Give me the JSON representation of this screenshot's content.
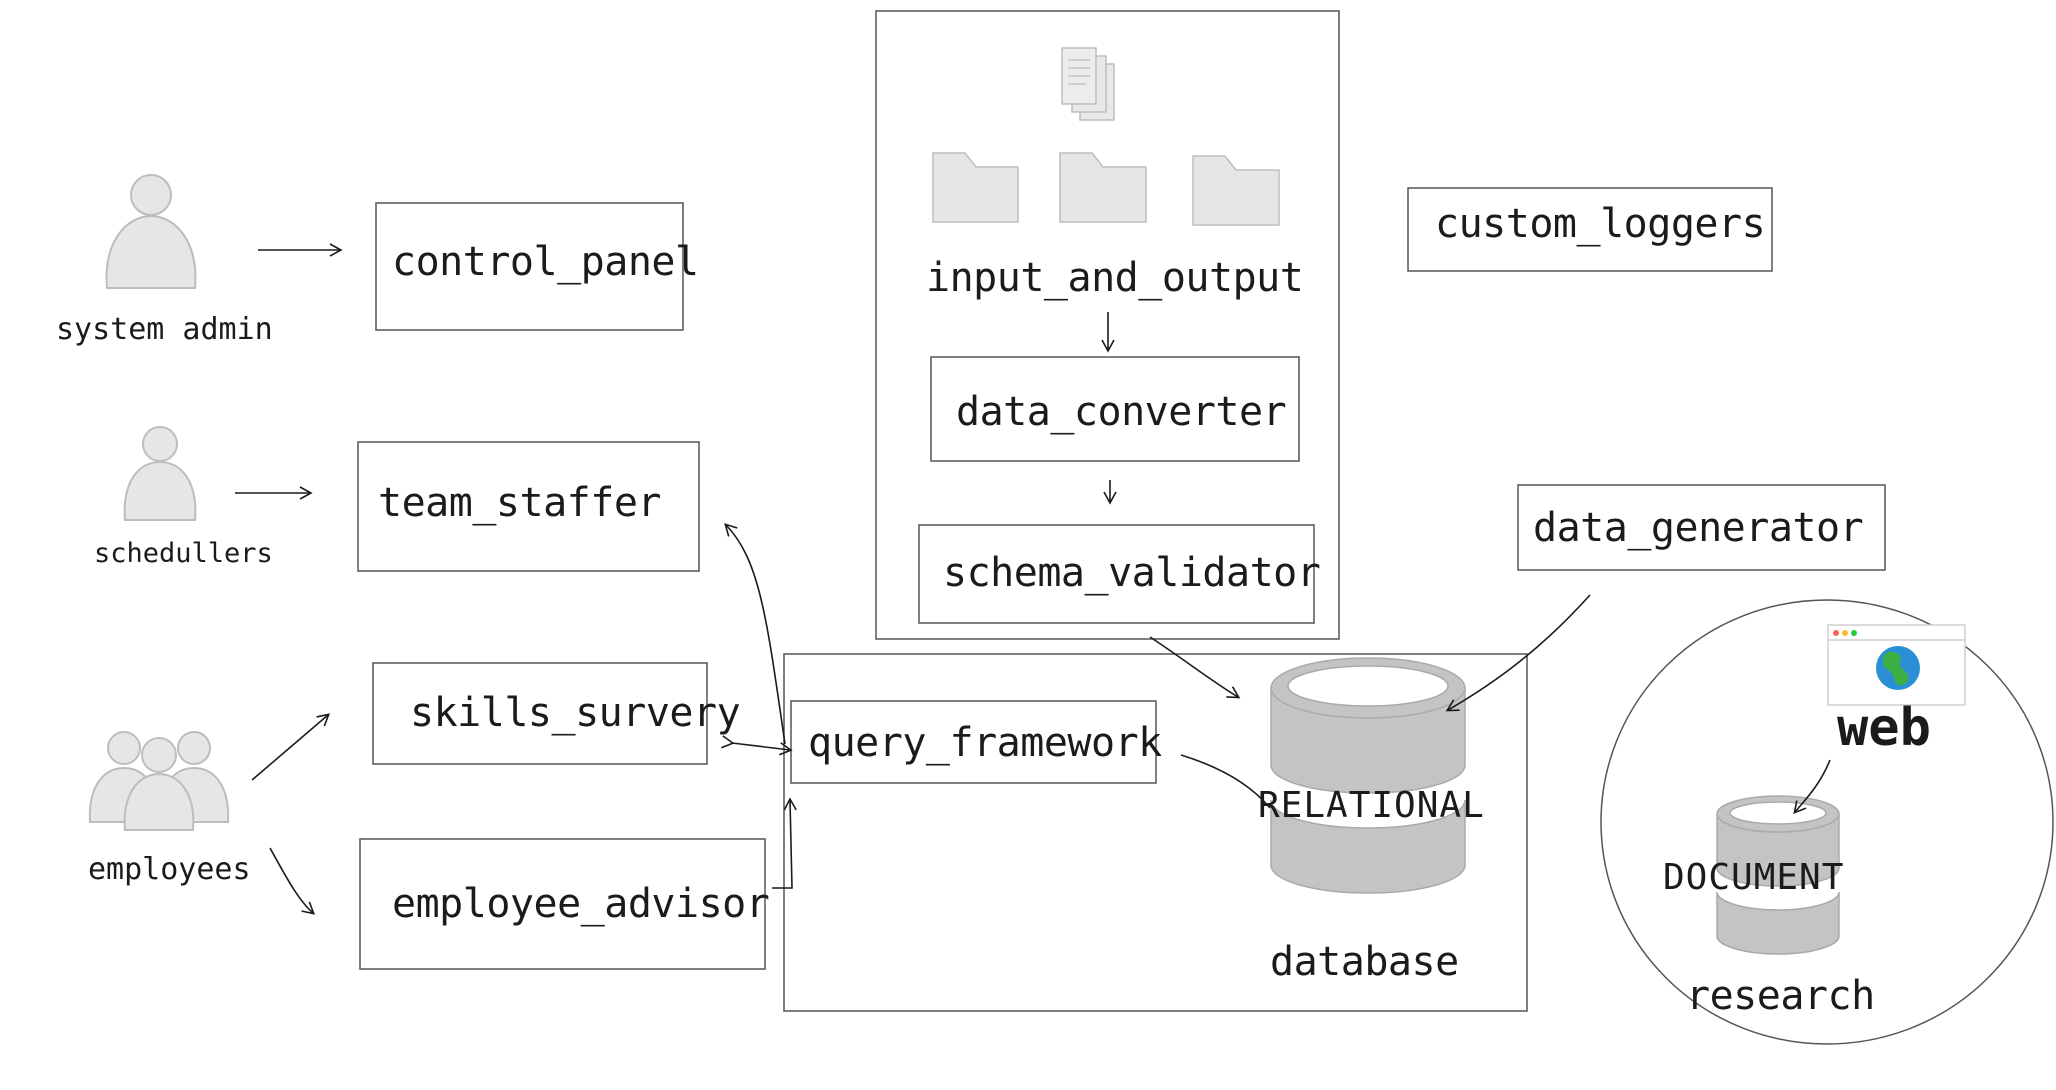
{
  "actors": {
    "system_admin": "system admin",
    "schedullers": "schedullers",
    "employees": "employees"
  },
  "components": {
    "control_panel": "control_panel",
    "team_staffer": "team_staffer",
    "skills_survery": "skills_survery",
    "employee_advisor": "employee_advisor",
    "input_and_output": "input_and_output",
    "data_converter": "data_converter",
    "schema_validator": "schema_validator",
    "custom_loggers": "custom_loggers",
    "data_generator": "data_generator",
    "query_framework": "query_framework"
  },
  "database": {
    "relational": "RELATIONAL",
    "label": "database"
  },
  "research": {
    "web": "web",
    "document": "DOCUMENT",
    "label": "research"
  },
  "icons": [
    "person-icon",
    "group-icon",
    "files-icon",
    "folder-icon",
    "database-icon",
    "browser-icon",
    "globe-icon"
  ],
  "colors": {
    "ink": "#1b1b1b",
    "icon_fill": "#e6e6e6",
    "icon_stroke": "#bdbdbd",
    "db_fill": "#c4c4c4",
    "globe": "#2b8fd6",
    "land": "#3cb043"
  }
}
